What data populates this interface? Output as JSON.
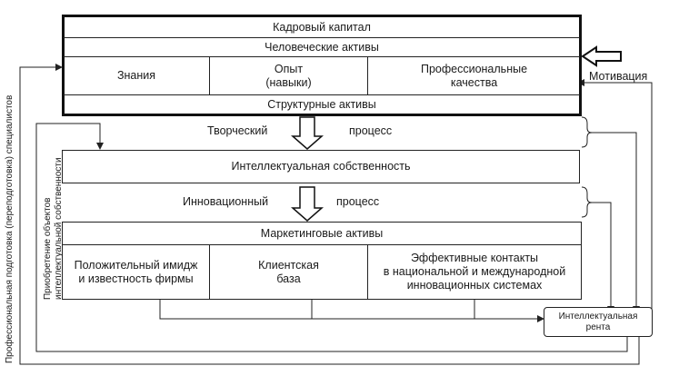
{
  "top_block": {
    "title": "Кадровый капитал",
    "human_assets": "Человеческие активы",
    "knowledge": "Знания",
    "experience_line1": "Опыт",
    "experience_line2": "(навыки)",
    "professional_line1": "Профессиональные",
    "professional_line2": "качества",
    "structural_assets": "Структурные активы"
  },
  "motivation": "Мотивация",
  "creative_process": {
    "left": "Творческий",
    "right": "процесс"
  },
  "intellectual_property": "Интеллектуальная собственность",
  "innovation_process": {
    "left": "Инновационный",
    "right": "процесс"
  },
  "marketing_block": {
    "title": "Маркетинговые активы",
    "image_line1": "Положительный имидж",
    "image_line2": "и известность фирмы",
    "client_line1": "Клиентская",
    "client_line2": "база",
    "contacts_line1": "Эффективные контакты",
    "contacts_line2": "в национальной и международной",
    "contacts_line3": "инновационных системах"
  },
  "rent": {
    "line1": "Интеллектуальная",
    "line2": "рента"
  },
  "side_labels": {
    "training": "Профессиональная подготовка (переподготовка) специалистов",
    "acquisition_line1": "Приобретение объектов",
    "acquisition_line2": "интеллектуальной собственности"
  }
}
